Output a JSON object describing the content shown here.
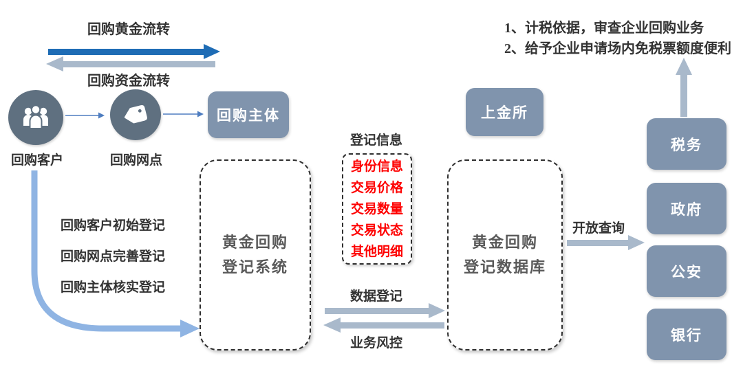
{
  "colors": {
    "node_box_fill": "#8094ad",
    "circle_fill": "#5f7080",
    "arrow_dark_blue": "#1e6cb5",
    "arrow_gray_blue": "#a9b9cb",
    "arrow_light_blue": "#8fb4e3",
    "connector_blue": "#4e7dc0",
    "red_text": "#fe0000",
    "label_text": "#333333",
    "dashed_title_text": "#595959"
  },
  "top_flow": {
    "gold_flow_label": "回购黄金流转",
    "fund_flow_label": "回购资金流转"
  },
  "entities": {
    "customer": {
      "label": "回购客户",
      "icon": "people-icon"
    },
    "outlet": {
      "label": "回购网点",
      "icon": "tag-icon"
    },
    "subject": {
      "label": "回购主体"
    }
  },
  "registration_steps": [
    "回购客户初始登记",
    "回购网点完善登记",
    "回购主体核实登记"
  ],
  "system_box": {
    "line1": "黄金回购",
    "line2": "登记系统"
  },
  "registration_info": {
    "title": "登记信息",
    "items": [
      "身份信息",
      "交易价格",
      "交易数量",
      "交易状态",
      "其他明细"
    ]
  },
  "data_flow": {
    "to_db_label": "数据登记",
    "from_db_label": "业务风控"
  },
  "database_box": {
    "line1": "黄金回购",
    "line2": "登记数据库"
  },
  "sge_box": {
    "label": "上金所"
  },
  "query": {
    "label": "开放查询"
  },
  "agencies": [
    "税务",
    "政府",
    "公安",
    "银行"
  ],
  "tax_notes": [
    "1、计税依据，审查企业回购业务",
    "2、给予企业申请场内免税票额度便利"
  ]
}
